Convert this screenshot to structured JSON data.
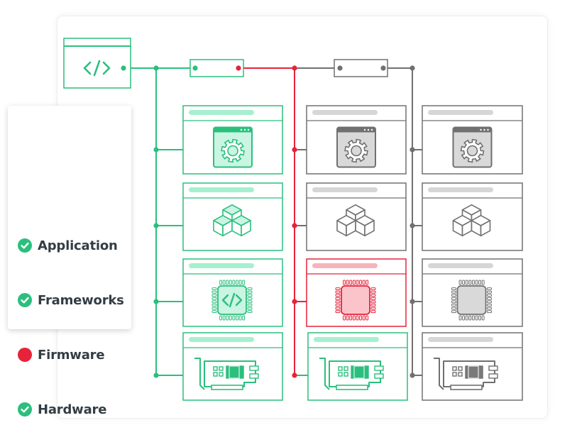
{
  "legend": {
    "items": [
      {
        "label": "Application",
        "status": "ok"
      },
      {
        "label": "Frameworks",
        "status": "ok"
      },
      {
        "label": "Firmware",
        "status": "error"
      },
      {
        "label": "Hardware",
        "status": "ok"
      }
    ]
  },
  "colors": {
    "ok": "#2bbf7d",
    "error": "#e6233a",
    "inactive": "#707070"
  },
  "columns": [
    {
      "name": "column-1",
      "rows": [
        "ok",
        "ok",
        "ok",
        "ok"
      ]
    },
    {
      "name": "column-2",
      "rows": [
        "inactive",
        "inactive",
        "error",
        "ok"
      ]
    },
    {
      "name": "column-3",
      "rows": [
        "inactive",
        "inactive",
        "inactive",
        "inactive"
      ]
    }
  ],
  "icons": {
    "source": "code-icon",
    "rows": [
      "app-gear-icon",
      "framework-cubes-icon",
      "firmware-chip-icon",
      "hardware-card-icon"
    ]
  }
}
